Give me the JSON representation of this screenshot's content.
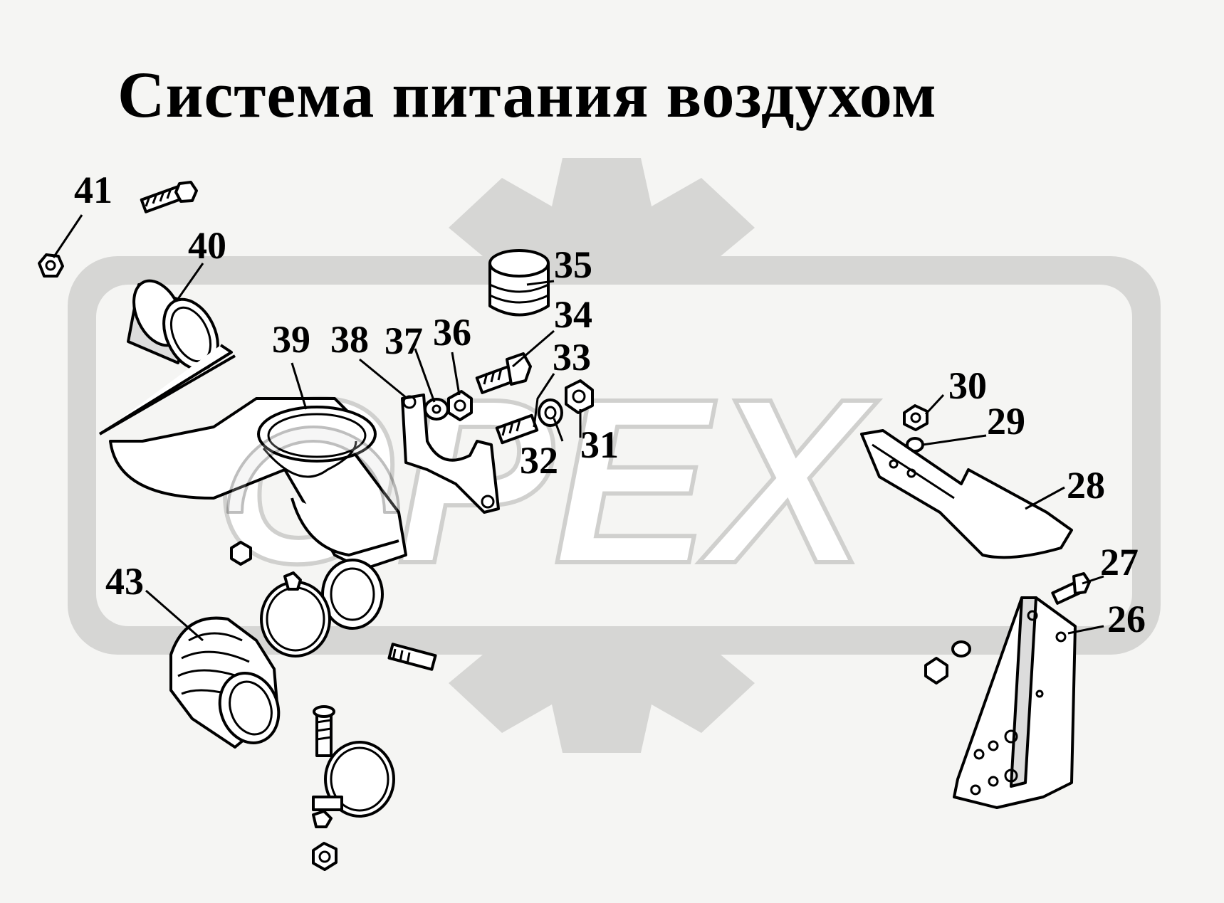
{
  "title": "Система питания воздухом",
  "watermark_text": "OPEX",
  "colors": {
    "background": "#f5f5f3",
    "watermark": "#d6d6d4",
    "ink": "#000000"
  },
  "callouts": [
    {
      "id": "41",
      "text": "41"
    },
    {
      "id": "40",
      "text": "40"
    },
    {
      "id": "39",
      "text": "39"
    },
    {
      "id": "38",
      "text": "38"
    },
    {
      "id": "37",
      "text": "37"
    },
    {
      "id": "36",
      "text": "36"
    },
    {
      "id": "35",
      "text": "35"
    },
    {
      "id": "34",
      "text": "34"
    },
    {
      "id": "33",
      "text": "33"
    },
    {
      "id": "32",
      "text": "32"
    },
    {
      "id": "31",
      "text": "31"
    },
    {
      "id": "30",
      "text": "30"
    },
    {
      "id": "29",
      "text": "29"
    },
    {
      "id": "28",
      "text": "28"
    },
    {
      "id": "27",
      "text": "27"
    },
    {
      "id": "26",
      "text": "26"
    },
    {
      "id": "43",
      "text": "43"
    }
  ]
}
